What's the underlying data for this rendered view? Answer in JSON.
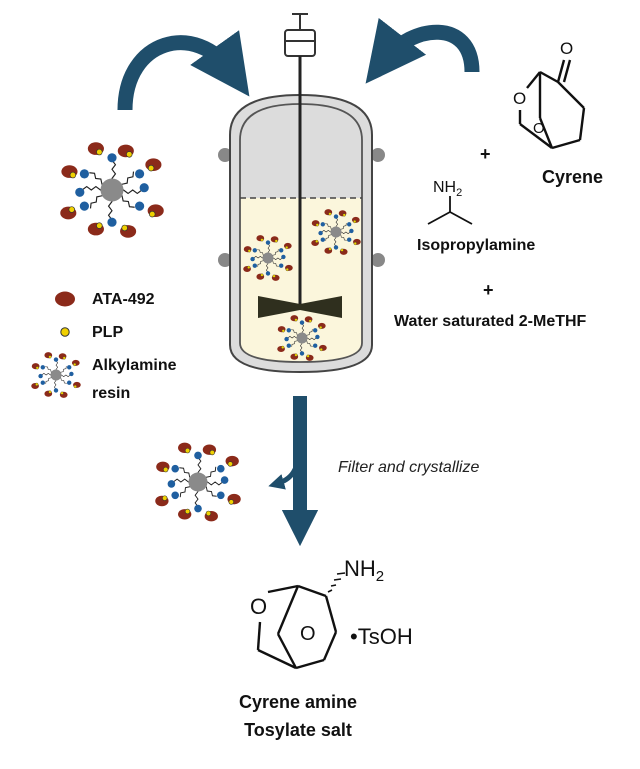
{
  "reagents": {
    "cyrene_label": "Cyrene",
    "cyrene_atoms": {
      "ring_o": "O",
      "carbonyl_o": "O",
      "bridge_o": "O"
    },
    "isopropylamine_label": "Isopropylamine",
    "isopropylamine_group": "NH",
    "isopropylamine_sub": "2",
    "plus_1": "+",
    "plus_2": "+",
    "plus_3": "+",
    "solvent_label": "Water saturated 2-MeTHF"
  },
  "legend": {
    "enzyme_label": "ATA-492",
    "plp_label": "PLP",
    "resin_label_line1": "Alkylamine",
    "resin_label_line2": "resin"
  },
  "process": {
    "step_label": "Filter and crystallize"
  },
  "product": {
    "amine_group": "NH",
    "amine_sub": "2",
    "salt_label": "•TsOH",
    "ring_o": "O",
    "bridge_o": "O",
    "name_line1": "Cyrene amine",
    "name_line2": "Tosylate salt"
  },
  "colors": {
    "arrow_blue": "#1f4e6b",
    "enzyme_brown": "#8b2a1a",
    "plp_yellow": "#f0d000",
    "resin_gray": "#8a8a8a",
    "amine_blue": "#1f5fa0",
    "liquid": "#fbf6dc",
    "vessel_fill": "#dcdcdc",
    "impeller": "#2f2f1e"
  }
}
